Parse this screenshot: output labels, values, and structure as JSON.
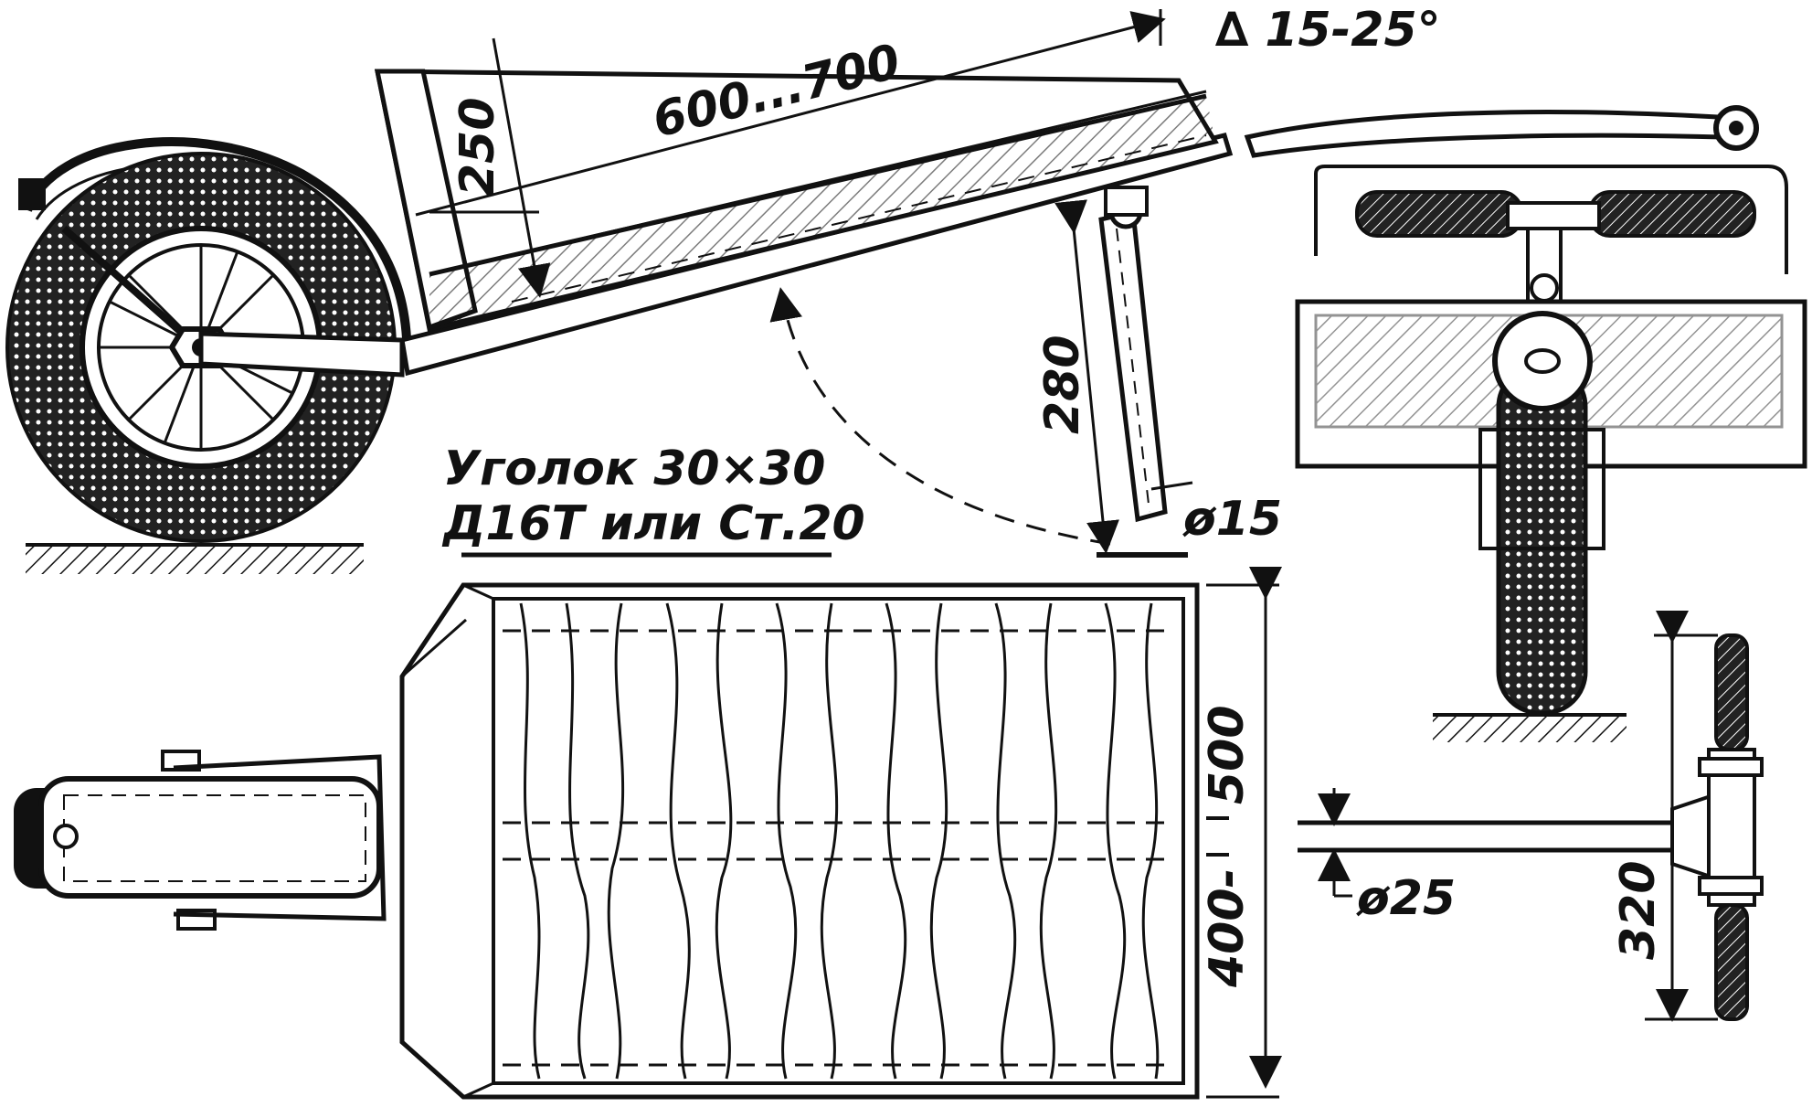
{
  "dimensions": {
    "box_length": "600...700",
    "box_height": "250",
    "handle_angle": "∆ 15-25°",
    "leg_length": "280",
    "leg_diameter": "ø15",
    "box_width": "500",
    "box_width_min": "400-",
    "handle_diameter": "ø25",
    "grip_width": "320"
  },
  "material_note": {
    "line1": "Уголок 30×30",
    "line2": "Д16Т или Ст.20"
  },
  "colors": {
    "ink": "#111111",
    "paper": "#ffffff"
  }
}
